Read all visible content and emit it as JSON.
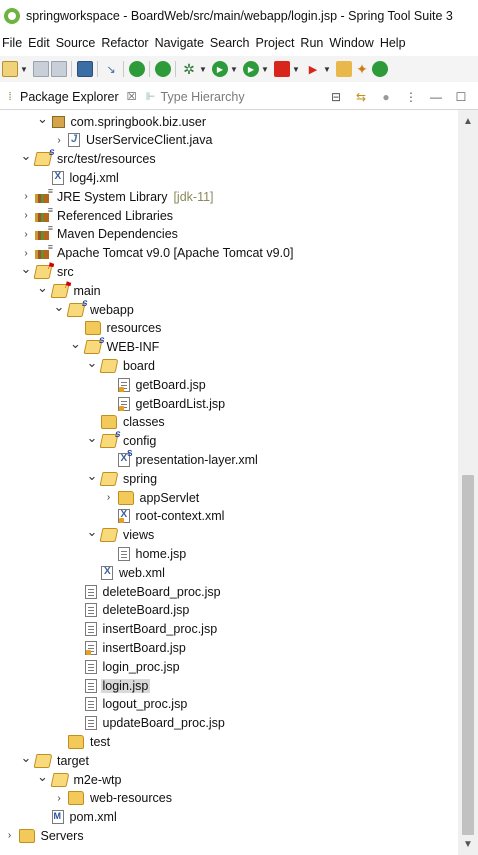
{
  "window": {
    "title": "springworkspace - BoardWeb/src/main/webapp/login.jsp - Spring Tool Suite 3"
  },
  "menu": [
    "File",
    "Edit",
    "Source",
    "Refactor",
    "Navigate",
    "Search",
    "Project",
    "Run",
    "Window",
    "Help"
  ],
  "panel": {
    "tabs": [
      {
        "label": "Package Explorer",
        "close": "☒",
        "active": true
      },
      {
        "label": "Type Hierarchy",
        "active": false
      }
    ]
  },
  "tree": [
    {
      "label": "com.springbook.biz.user",
      "indent": 1,
      "twisty": "expanded",
      "icon": "package"
    },
    {
      "label": "UserServiceClient.java",
      "indent": 2,
      "twisty": "collapsed",
      "icon": "java"
    },
    {
      "label": "src/test/resources",
      "indent": 0,
      "twisty": "expanded",
      "icon": "source-folder"
    },
    {
      "label": "log4j.xml",
      "indent": 1,
      "twisty": "none",
      "icon": "xml"
    },
    {
      "label": "JRE System Library",
      "decoration": "[jdk-11]",
      "indent": 0,
      "twisty": "collapsed",
      "icon": "library"
    },
    {
      "label": "Referenced Libraries",
      "indent": 0,
      "twisty": "collapsed",
      "icon": "library"
    },
    {
      "label": "Maven Dependencies",
      "indent": 0,
      "twisty": "collapsed",
      "icon": "library"
    },
    {
      "label": "Apache Tomcat v9.0 [Apache Tomcat v9.0]",
      "indent": 0,
      "twisty": "collapsed",
      "icon": "library"
    },
    {
      "label": "src",
      "indent": 0,
      "twisty": "expanded",
      "icon": "src-root"
    },
    {
      "label": "main",
      "indent": 1,
      "twisty": "expanded",
      "icon": "src-root"
    },
    {
      "label": "webapp",
      "indent": 2,
      "twisty": "expanded",
      "icon": "spring-folder"
    },
    {
      "label": "resources",
      "indent": 3,
      "twisty": "none",
      "icon": "folder"
    },
    {
      "label": "WEB-INF",
      "indent": 3,
      "twisty": "expanded",
      "icon": "spring-folder"
    },
    {
      "label": "board",
      "indent": 4,
      "twisty": "expanded",
      "icon": "folder-open"
    },
    {
      "label": "getBoard.jsp",
      "indent": 5,
      "twisty": "none",
      "icon": "jsp-warn"
    },
    {
      "label": "getBoardList.jsp",
      "indent": 5,
      "twisty": "none",
      "icon": "jsp-warn"
    },
    {
      "label": "classes",
      "indent": 4,
      "twisty": "none",
      "icon": "folder"
    },
    {
      "label": "config",
      "indent": 4,
      "twisty": "expanded",
      "icon": "spring-folder"
    },
    {
      "label": "presentation-layer.xml",
      "indent": 5,
      "twisty": "none",
      "icon": "spring-xml"
    },
    {
      "label": "spring",
      "indent": 4,
      "twisty": "expanded",
      "icon": "folder-open"
    },
    {
      "label": "appServlet",
      "indent": 5,
      "twisty": "collapsed",
      "icon": "folder"
    },
    {
      "label": "root-context.xml",
      "indent": 5,
      "twisty": "none",
      "icon": "xml-warn"
    },
    {
      "label": "views",
      "indent": 4,
      "twisty": "expanded",
      "icon": "folder-open"
    },
    {
      "label": "home.jsp",
      "indent": 5,
      "twisty": "none",
      "icon": "file"
    },
    {
      "label": "web.xml",
      "indent": 4,
      "twisty": "none",
      "icon": "xml"
    },
    {
      "label": "deleteBoard_proc.jsp",
      "indent": 3,
      "twisty": "none",
      "icon": "file"
    },
    {
      "label": "deleteBoard.jsp",
      "indent": 3,
      "twisty": "none",
      "icon": "file"
    },
    {
      "label": "insertBoard_proc.jsp",
      "indent": 3,
      "twisty": "none",
      "icon": "file"
    },
    {
      "label": "insertBoard.jsp",
      "indent": 3,
      "twisty": "none",
      "icon": "jsp-warn"
    },
    {
      "label": "login_proc.jsp",
      "indent": 3,
      "twisty": "none",
      "icon": "file"
    },
    {
      "label": "login.jsp",
      "indent": 3,
      "twisty": "none",
      "icon": "file",
      "selected": true
    },
    {
      "label": "logout_proc.jsp",
      "indent": 3,
      "twisty": "none",
      "icon": "file"
    },
    {
      "label": "updateBoard_proc.jsp",
      "indent": 3,
      "twisty": "none",
      "icon": "file"
    },
    {
      "label": "test",
      "indent": 2,
      "twisty": "none",
      "icon": "folder"
    },
    {
      "label": "target",
      "indent": 0,
      "twisty": "expanded",
      "icon": "folder-open"
    },
    {
      "label": "m2e-wtp",
      "indent": 1,
      "twisty": "expanded",
      "icon": "folder-open"
    },
    {
      "label": "web-resources",
      "indent": 2,
      "twisty": "collapsed",
      "icon": "folder"
    },
    {
      "label": "pom.xml",
      "indent": 1,
      "twisty": "none",
      "icon": "pom"
    },
    {
      "label": "Servers",
      "indent": -1,
      "twisty": "collapsed",
      "icon": "folder"
    }
  ]
}
